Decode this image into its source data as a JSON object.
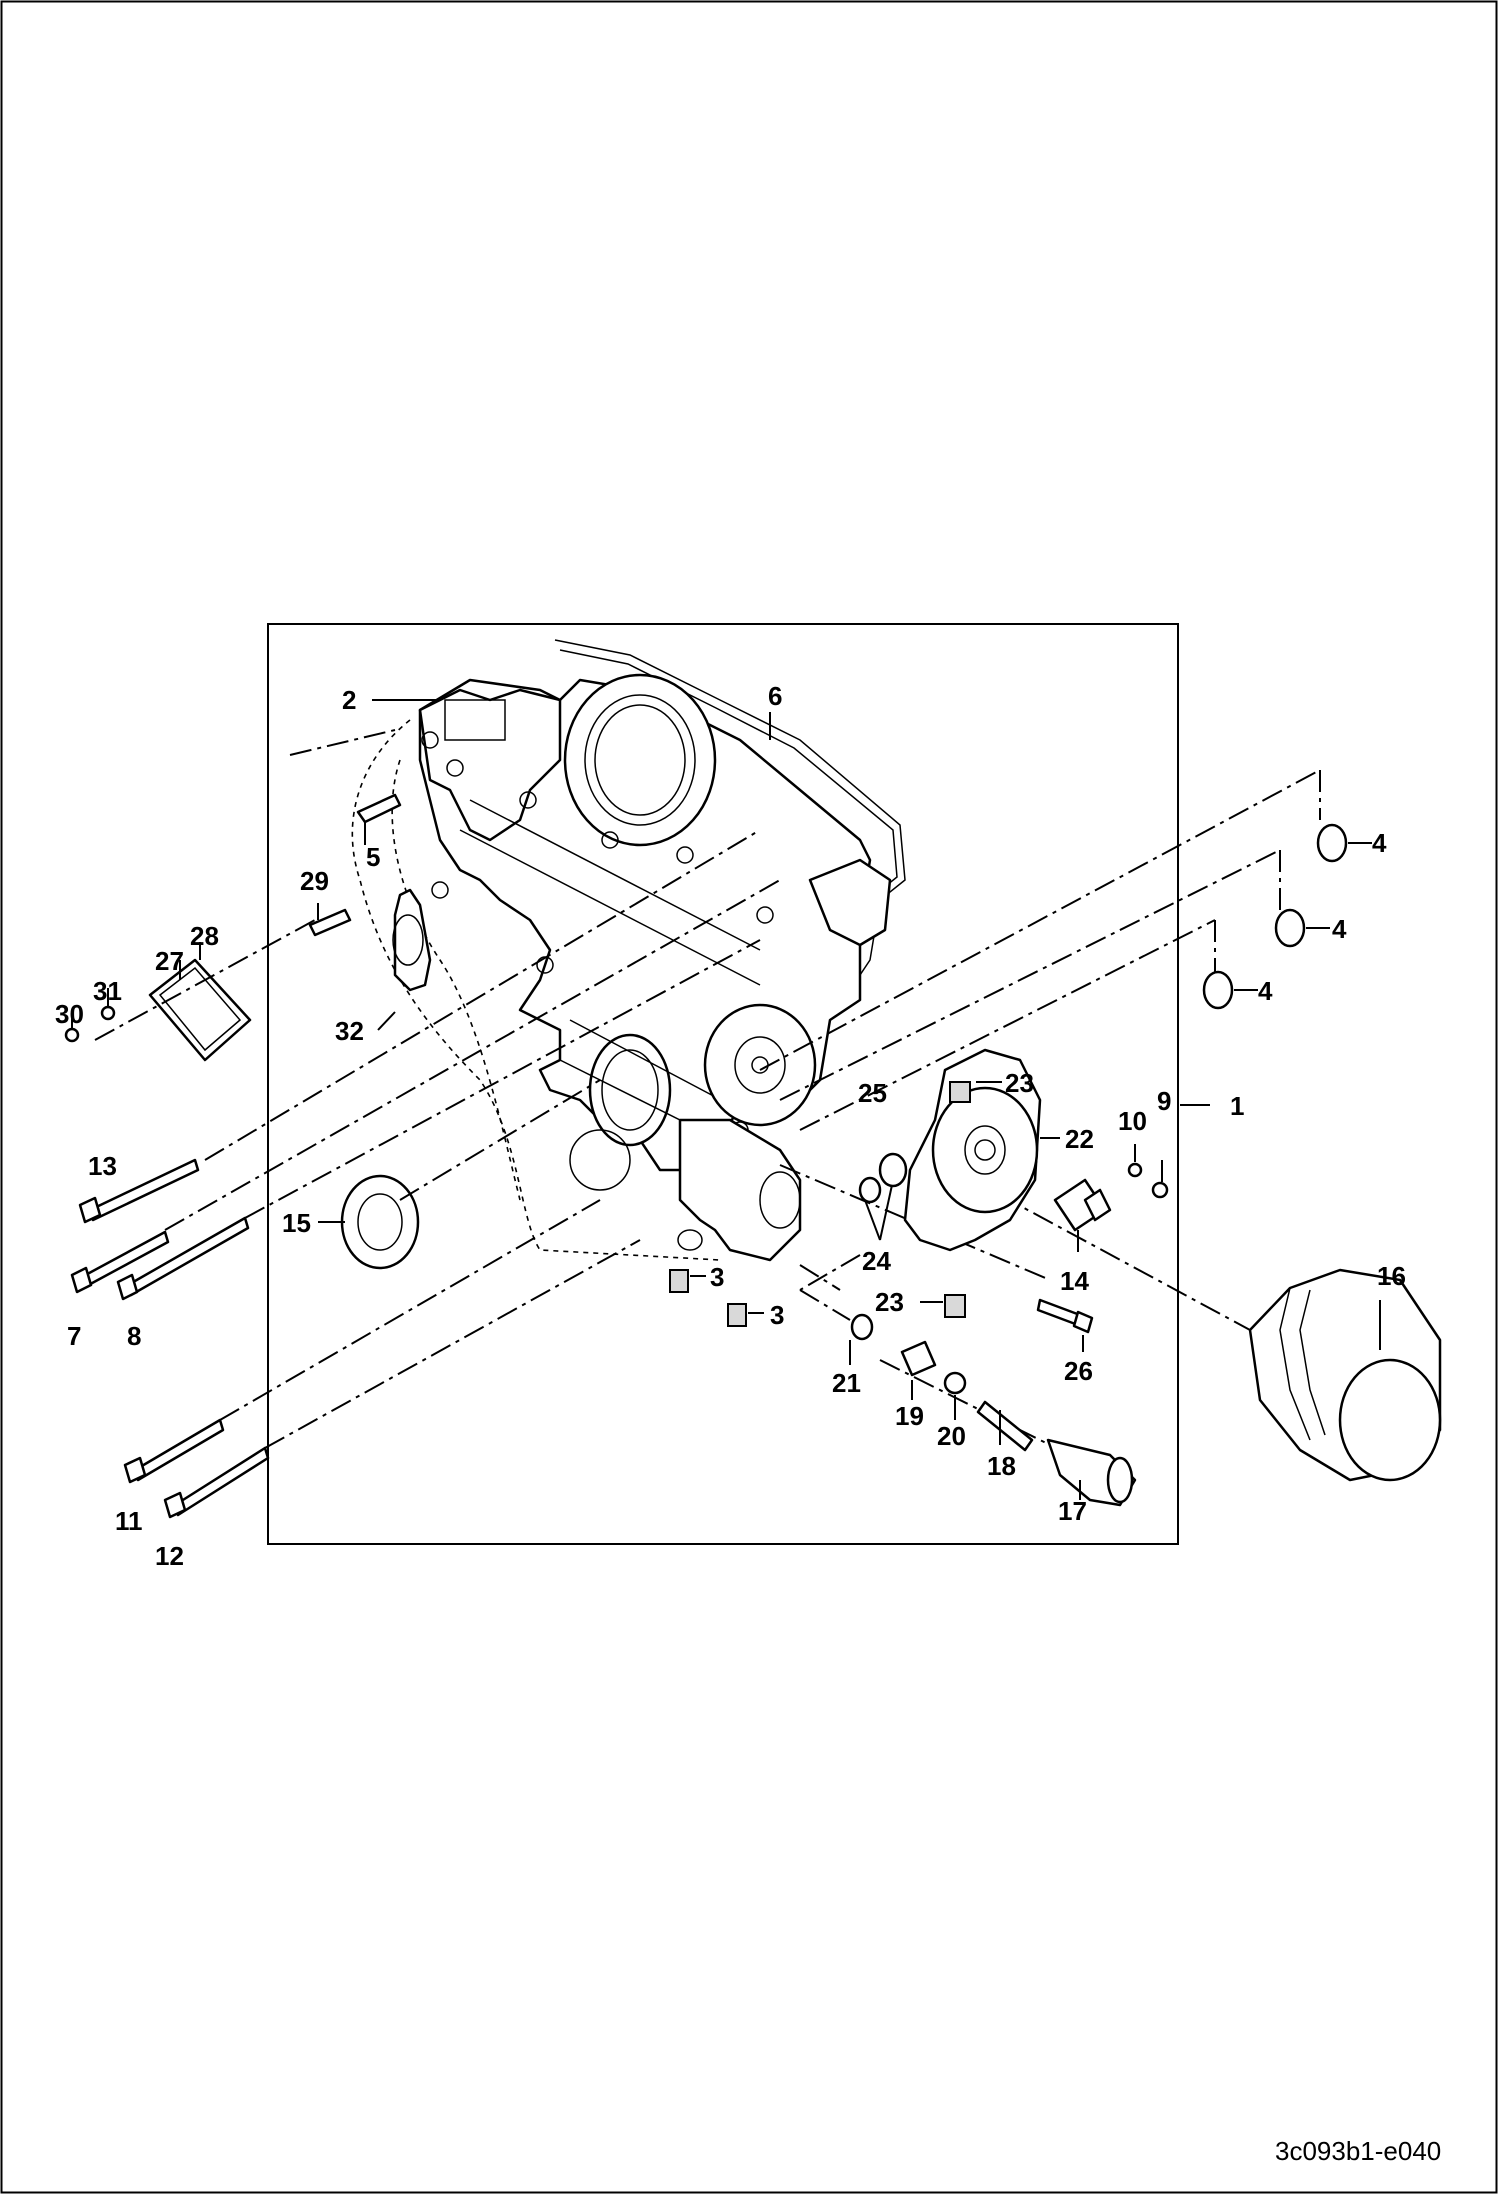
{
  "diagram": {
    "reference_code": "3c093b1-e040",
    "parts": [
      {
        "id": "label-1",
        "text": "1"
      },
      {
        "id": "label-2",
        "text": "2"
      },
      {
        "id": "label-3a",
        "text": "3"
      },
      {
        "id": "label-3b",
        "text": "3"
      },
      {
        "id": "label-4a",
        "text": "4"
      },
      {
        "id": "label-4b",
        "text": "4"
      },
      {
        "id": "label-4c",
        "text": "4"
      },
      {
        "id": "label-5",
        "text": "5"
      },
      {
        "id": "label-6",
        "text": "6"
      },
      {
        "id": "label-7",
        "text": "7"
      },
      {
        "id": "label-8",
        "text": "8"
      },
      {
        "id": "label-9",
        "text": "9"
      },
      {
        "id": "label-10",
        "text": "10"
      },
      {
        "id": "label-11",
        "text": "11"
      },
      {
        "id": "label-12",
        "text": "12"
      },
      {
        "id": "label-13",
        "text": "13"
      },
      {
        "id": "label-14",
        "text": "14"
      },
      {
        "id": "label-15",
        "text": "15"
      },
      {
        "id": "label-16",
        "text": "16"
      },
      {
        "id": "label-17",
        "text": "17"
      },
      {
        "id": "label-18",
        "text": "18"
      },
      {
        "id": "label-19",
        "text": "19"
      },
      {
        "id": "label-20",
        "text": "20"
      },
      {
        "id": "label-21",
        "text": "21"
      },
      {
        "id": "label-22",
        "text": "22"
      },
      {
        "id": "label-23a",
        "text": "23"
      },
      {
        "id": "label-23b",
        "text": "23"
      },
      {
        "id": "label-24",
        "text": "24"
      },
      {
        "id": "label-25",
        "text": "25"
      },
      {
        "id": "label-26",
        "text": "26"
      },
      {
        "id": "label-27",
        "text": "27"
      },
      {
        "id": "label-28",
        "text": "28"
      },
      {
        "id": "label-29",
        "text": "29"
      },
      {
        "id": "label-30",
        "text": "30"
      },
      {
        "id": "label-31",
        "text": "31"
      },
      {
        "id": "label-32",
        "text": "32"
      }
    ]
  }
}
